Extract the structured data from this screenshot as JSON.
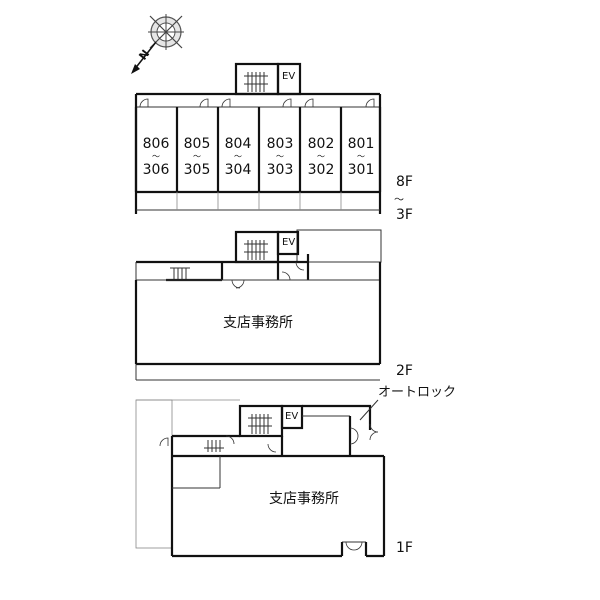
{
  "compass": {
    "label": "N",
    "icon": "compass-rose-icon"
  },
  "floors": {
    "upper": {
      "label_top": "8F",
      "label_tilde": "〜",
      "label_bottom": "3F",
      "elevator": "EV",
      "units": [
        {
          "top": "806",
          "bottom": "306"
        },
        {
          "top": "805",
          "bottom": "305"
        },
        {
          "top": "804",
          "bottom": "304"
        },
        {
          "top": "803",
          "bottom": "303"
        },
        {
          "top": "802",
          "bottom": "302"
        },
        {
          "top": "801",
          "bottom": "301"
        }
      ],
      "tilde": "〜"
    },
    "second": {
      "label": "2F",
      "elevator": "EV",
      "room": "支店事務所"
    },
    "first": {
      "label": "1F",
      "elevator": "EV",
      "room": "支店事務所",
      "autolock": "オートロック"
    }
  }
}
